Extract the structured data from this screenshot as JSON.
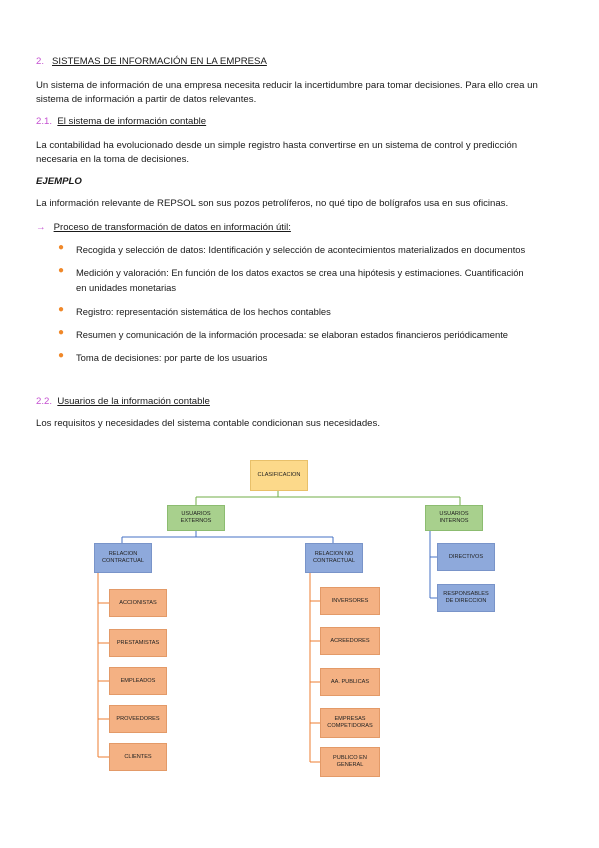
{
  "section": {
    "number": "2.",
    "title": "SISTEMAS DE INFORMACIÓN EN LA EMPRESA",
    "intro_line1": "Un sistema de información de una empresa necesita reducir la incertidumbre para tomar decisiones. Para ello crea un",
    "intro_line2": "sistema de información a partir de datos relevantes."
  },
  "sub1": {
    "number": "2.1.",
    "title": "El sistema de información contable",
    "para_line1": "La contabilidad ha evolucionado desde un simple registro hasta convertirse en un sistema de control y predicción",
    "para_line2": "necesaria en la toma de decisiones.",
    "example_label": "EJEMPLO",
    "example_text": "La información relevante de REPSOL son sus pozos petrolíferos, no qué tipo de bolígrafos usa en sus oficinas.",
    "arrow": "→",
    "process_title": "Proceso de transformación de datos en información útil:",
    "bullets": [
      "Recogida y selección de datos: Identificación y selección de acontecimientos materializados en documentos",
      "Medición y valoración: En función de los datos exactos se crea una hipótesis y estimaciones. Cuantificación",
      "en unidades monetarias",
      "Registro: representación sistemática de los hechos contables",
      "Resumen y comunicación de la información procesada: se elaboran estados financieros periódicamente",
      "Toma de decisiones: por parte de los usuarios"
    ]
  },
  "sub2": {
    "number": "2.2.",
    "title": "Usuarios de la información contable",
    "para": "Los requisitos y necesidades del sistema contable condicionan sus necesidades."
  },
  "diagram": {
    "root": "CLASIFICACION",
    "externos": "USUARIOS EXTERNOS",
    "internos": "USUARIOS INTERNOS",
    "rel_contractual": "RELACION CONTRACTUAL",
    "rel_no_contractual": "RELACION NO CONTRACTUAL",
    "directivos": "DIRECTIVOS",
    "responsables": "RESPONSABLES DE DIRECCION",
    "contractual_items": [
      "ACCIONISTAS",
      "PRESTAMISTAS",
      "EMPLEADOS",
      "PROVEEDORES",
      "CLIENTES"
    ],
    "no_contractual_items": [
      "INVERSORES",
      "ACREEDORES",
      "AA. PUBLICAS",
      "EMPRESAS COMPETIDORAS",
      "PUBLICO EN GENERAL"
    ],
    "colors": {
      "root": "#fcd98a",
      "level1": "#a8d08d",
      "level2": "#8ea9db",
      "leaf": "#f4b183",
      "line_green": "#70ad47",
      "line_blue": "#4472c4",
      "line_orange": "#ed7d31"
    }
  }
}
